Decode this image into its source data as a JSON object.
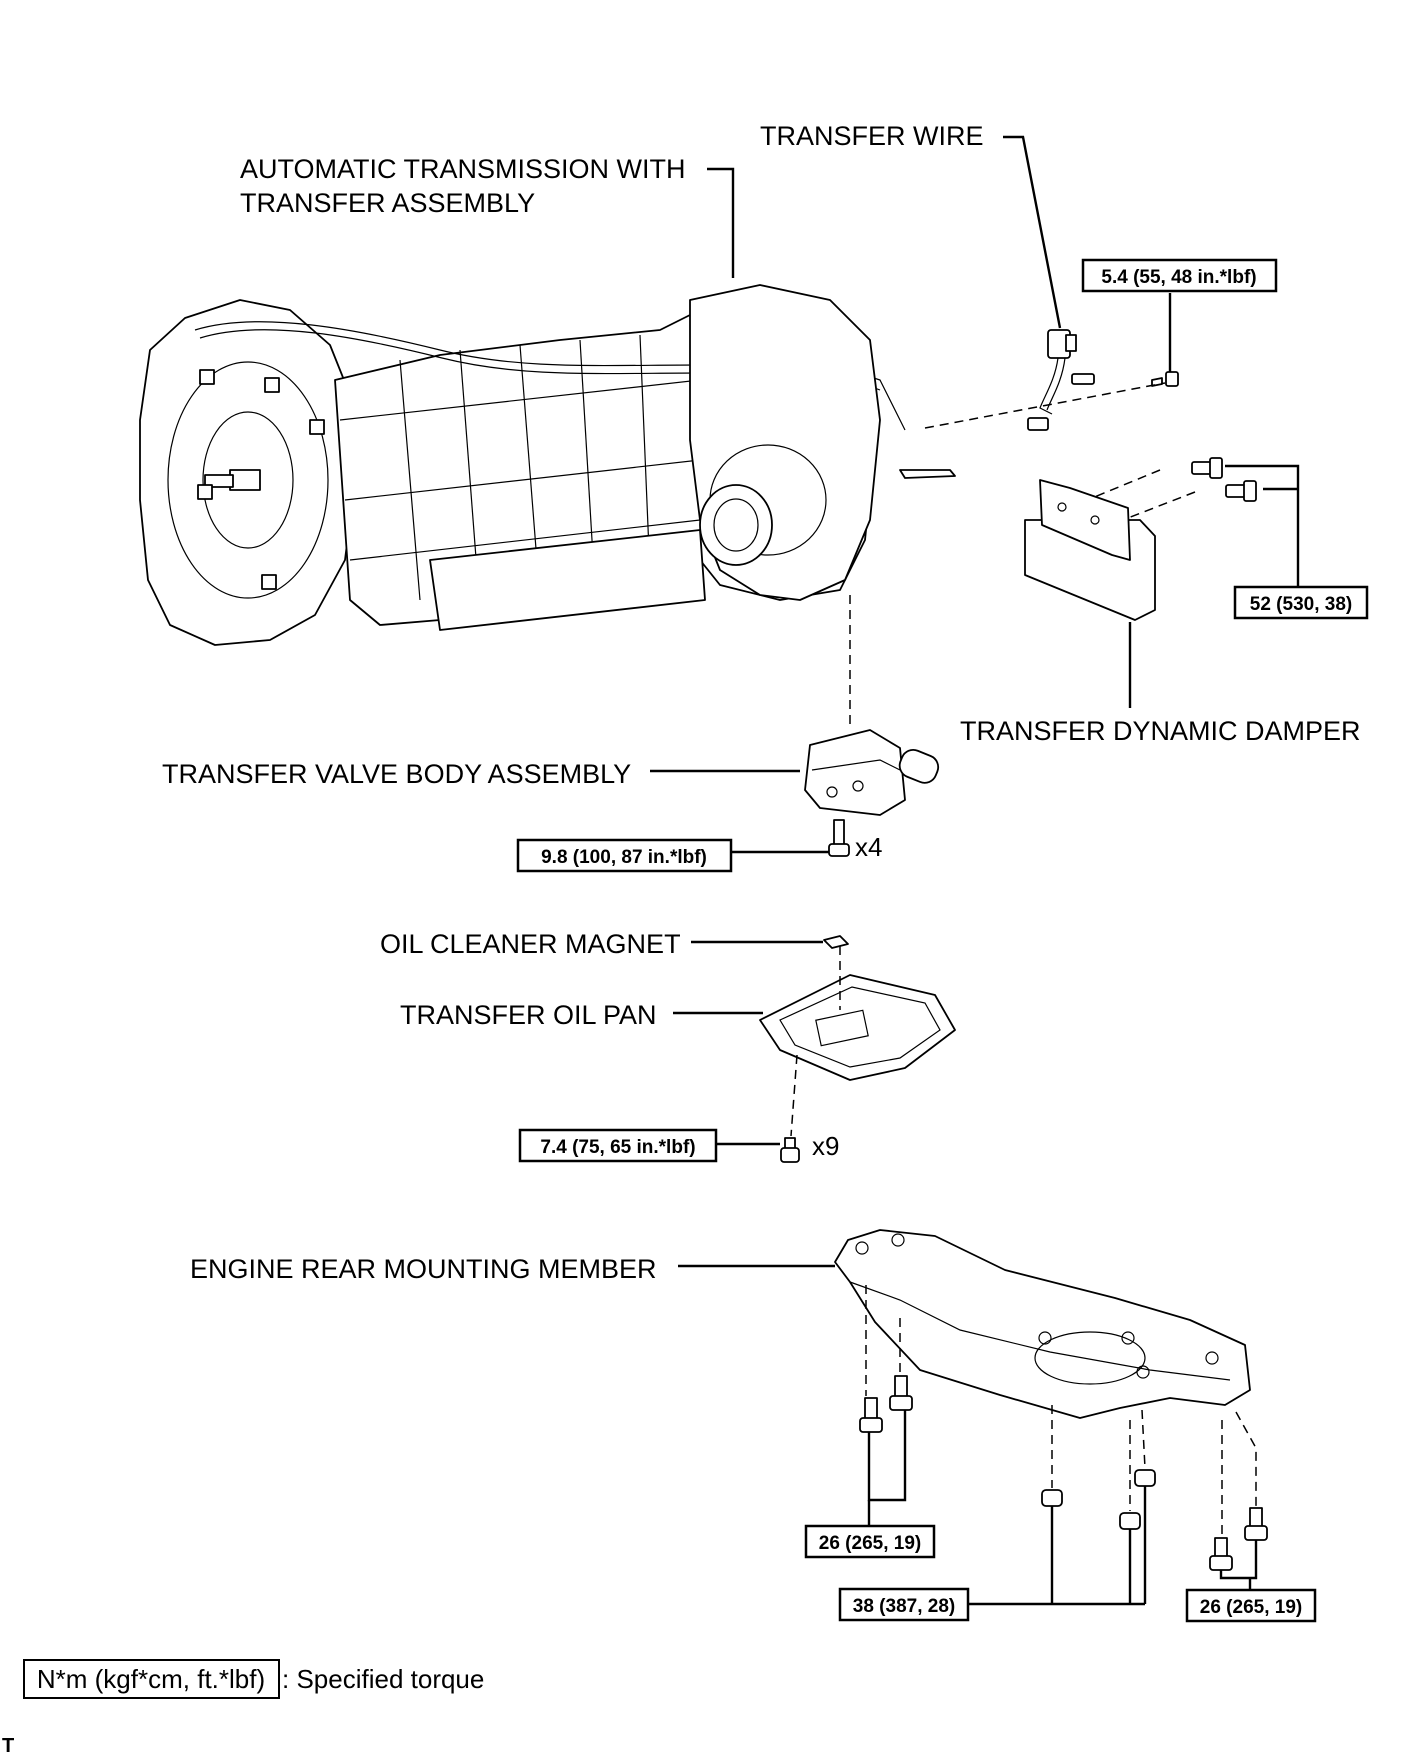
{
  "labels": {
    "transfer_wire": "TRANSFER WIRE",
    "transmission_line1": "AUTOMATIC TRANSMISSION WITH",
    "transmission_line2": "TRANSFER ASSEMBLY",
    "dynamic_damper": "TRANSFER DYNAMIC DAMPER",
    "valve_body": "TRANSFER VALVE BODY ASSEMBLY",
    "oil_magnet": "OIL CLEANER MAGNET",
    "oil_pan": "TRANSFER OIL PAN",
    "rear_mounting": "ENGINE REAR MOUNTING MEMBER"
  },
  "torques": {
    "wire_bolt": "5.4 (55, 48 in.*lbf)",
    "damper_bolts": "52 (530, 38)",
    "valve_body_bolts": "9.8 (100, 87 in.*lbf)",
    "oil_pan_bolts": "7.4 (75, 65 in.*lbf)",
    "mount_left_bolts": "26 (265, 19)",
    "mount_center_nuts": "38 (387, 28)",
    "mount_right_bolts": "26 (265, 19)"
  },
  "quantities": {
    "valve_body_bolts": "x4",
    "oil_pan_bolts": "x9"
  },
  "legend": {
    "unit_box": "N*m (kgf*cm, ft.*lbf)",
    "description": ": Specified torque"
  },
  "footer_mark": "T"
}
